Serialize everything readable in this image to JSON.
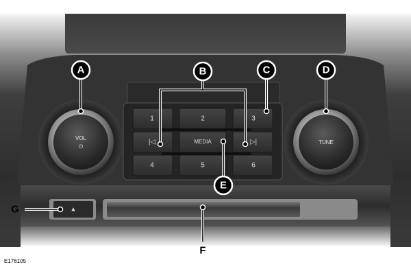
{
  "figure_id": "E176105",
  "callouts": {
    "a": "A",
    "b": "B",
    "c": "C",
    "d": "D",
    "e": "E",
    "f": "F",
    "g": "G"
  },
  "controls": {
    "volume_knob": {
      "label": "VOL",
      "power_symbol": "⏻"
    },
    "tune_knob": {
      "label": "TUNE"
    },
    "presets": [
      "1",
      "2",
      "3",
      "4",
      "5",
      "6"
    ],
    "media_label": "MEDIA",
    "seek_back_symbol": "|◁",
    "seek_forward_symbol": "▷|",
    "eject_symbol": "▲"
  },
  "colors": {
    "bezel": "#2c2c2c",
    "panel": "#3a3a3a",
    "button_face": "#333333",
    "callout_fill": "#000000",
    "callout_ring": "#ffffff"
  }
}
